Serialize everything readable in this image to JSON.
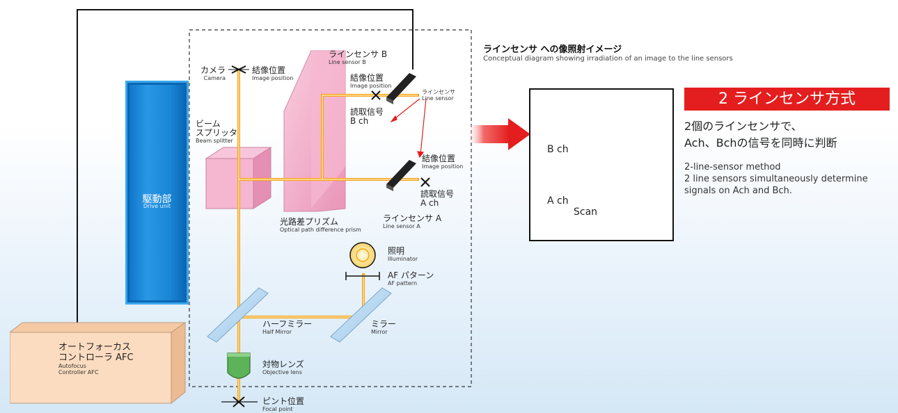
{
  "labels": {
    "camera": {
      "jp": "カメラ",
      "en": "Camera"
    },
    "image_pos_camera": {
      "jp": "結像位置",
      "en": "Image position"
    },
    "line_sensor_b": {
      "jp": "ラインセンサ B",
      "en": "Line sensor B"
    },
    "image_pos_b": {
      "jp": "結像位置",
      "en": "Image position"
    },
    "line_sensor_small": {
      "jp": "ラインセンサ",
      "en": "Line sensor"
    },
    "readout_b": {
      "jp": "読取信号",
      "ch": "B ch"
    },
    "beam_splitter": {
      "jp1": "ビーム",
      "jp2": "スプリッタ",
      "en": "Beam splitter"
    },
    "image_pos_a": {
      "jp": "結像位置",
      "en": "Image position"
    },
    "readout_a": {
      "jp": "読取信号",
      "ch": "A ch"
    },
    "prism": {
      "jp": "光路差プリズム",
      "en": "Optical path difference prism"
    },
    "line_sensor_a": {
      "jp": "ラインセンサ A",
      "en": "Line sensor A"
    },
    "illuminator": {
      "jp": "照明",
      "en": "Illuminator"
    },
    "af_pattern": {
      "jp": "AF パターン",
      "en": "AF pattern"
    },
    "half_mirror": {
      "jp": "ハーフミラー",
      "en": "Half Mirror"
    },
    "mirror": {
      "jp": "ミラー",
      "en": "Mirror"
    },
    "objective": {
      "jp": "対物レンズ",
      "en": "Objective lens"
    },
    "focal_point": {
      "jp": "ピント位置",
      "en": "Focal point"
    },
    "drive_unit": {
      "jp": "駆動部",
      "en": "Drive unit"
    },
    "afc": {
      "jp1": "オートフォーカス",
      "jp2": "コントローラ AFC",
      "en1": "Autofocus",
      "en2": "Controller AFC"
    }
  },
  "concept": {
    "title_jp": "ラインセンサ への像照射イメージ",
    "title_en": "Conceptual diagram showing irradiation of an image to the line sensors",
    "b_ch": "B ch",
    "a_ch": "A ch",
    "scan": "Scan"
  },
  "method": {
    "badge": "2 ラインセンサ方式",
    "jp_line1": "2個のラインセンサで、",
    "jp_line2": "Ach、Bchの信号を同時に判断",
    "en_line1": "2-line-sensor method",
    "en_line2": "2 line sensors simultaneously determine",
    "en_line3": "signals on Ach and Bch."
  },
  "colors": {
    "beam": "#f7a21b",
    "drive": "#1a86d6",
    "afc": "#fcdcc0",
    "prism": "#f3a6c4",
    "accent_red": "#e41e1e"
  }
}
